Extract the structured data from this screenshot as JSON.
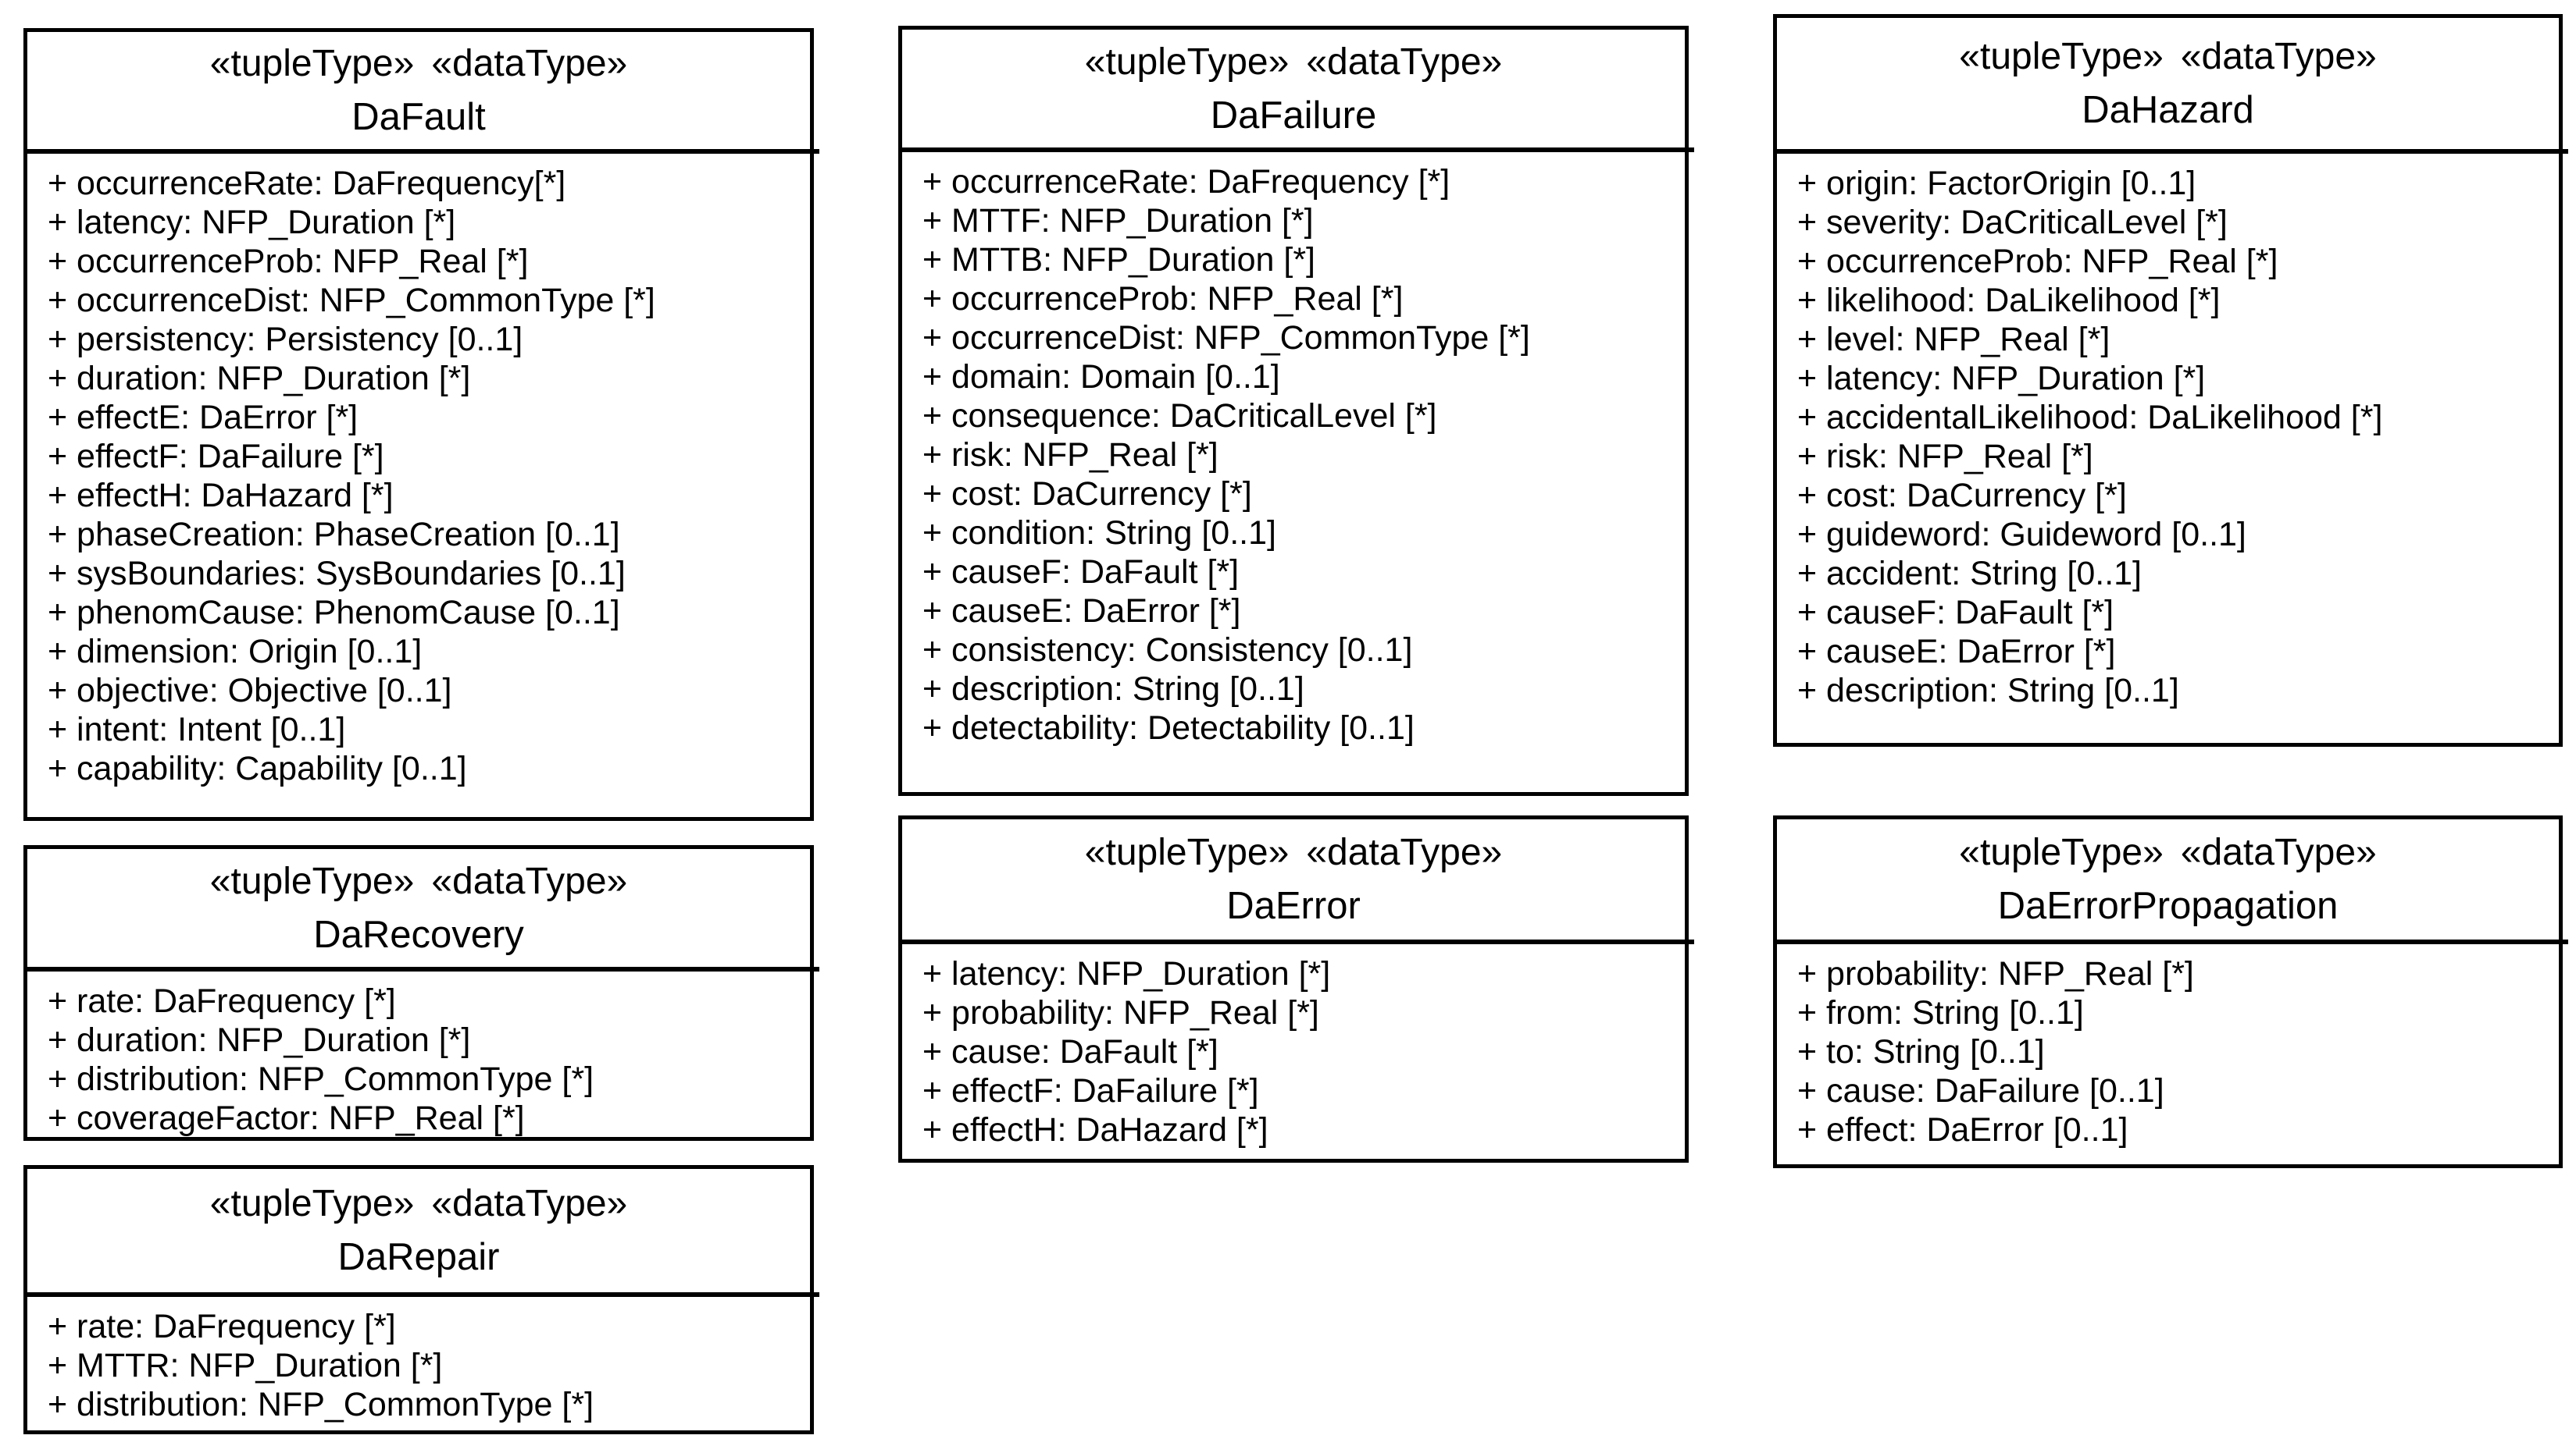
{
  "diagram": {
    "type": "uml-class-diagram",
    "background_color": "#ffffff",
    "line_color": "#000000",
    "text_color": "#000000"
  },
  "classes": [
    {
      "name": "DaFault",
      "stereotypes": [
        "«tupleType»",
        "«dataType»"
      ],
      "attributes": [
        "+ occurrenceRate: DaFrequency[*]",
        "+ latency: NFP_Duration [*]",
        "+ occurrenceProb: NFP_Real [*]",
        "+ occurrenceDist: NFP_CommonType [*]",
        "+ persistency: Persistency [0..1]",
        "+ duration: NFP_Duration [*]",
        "+ effectE: DaError [*]",
        "+ effectF: DaFailure [*]",
        "+ effectH: DaHazard [*]",
        "+ phaseCreation: PhaseCreation [0..1]",
        "+ sysBoundaries: SysBoundaries [0..1]",
        "+ phenomCause: PhenomCause [0..1]",
        "+ dimension: Origin [0..1]",
        "+ objective: Objective [0..1]",
        "+ intent: Intent [0..1]",
        "+ capability: Capability [0..1]"
      ]
    },
    {
      "name": "DaFailure",
      "stereotypes": [
        "«tupleType»",
        "«dataType»"
      ],
      "attributes": [
        "+ occurrenceRate: DaFrequency [*]",
        "+ MTTF: NFP_Duration [*]",
        "+ MTTB: NFP_Duration [*]",
        "+ occurrenceProb: NFP_Real [*]",
        "+ occurrenceDist: NFP_CommonType [*]",
        "+ domain: Domain [0..1]",
        "+ consequence: DaCriticalLevel [*]",
        "+ risk: NFP_Real [*]",
        "+ cost: DaCurrency [*]",
        "+ condition: String [0..1]",
        "+ causeF: DaFault [*]",
        "+ causeE: DaError [*]",
        "+ consistency: Consistency [0..1]",
        "+ description: String [0..1]",
        "+ detectability: Detectability [0..1]"
      ]
    },
    {
      "name": "DaHazard",
      "stereotypes": [
        "«tupleType»",
        "«dataType»"
      ],
      "attributes": [
        "+ origin: FactorOrigin [0..1]",
        "+ severity: DaCriticalLevel [*]",
        "+ occurrenceProb: NFP_Real [*]",
        "+ likelihood: DaLikelihood [*]",
        "+ level: NFP_Real [*]",
        "+ latency: NFP_Duration [*]",
        "+ accidentalLikelihood: DaLikelihood [*]",
        "+ risk: NFP_Real [*]",
        "+ cost: DaCurrency [*]",
        "+ guideword: Guideword [0..1]",
        "+ accident: String [0..1]",
        "+ causeF: DaFault [*]",
        "+ causeE: DaError [*]",
        "+ description: String [0..1]"
      ]
    },
    {
      "name": "DaRecovery",
      "stereotypes": [
        "«tupleType»",
        "«dataType»"
      ],
      "attributes": [
        "+ rate: DaFrequency [*]",
        "+ duration: NFP_Duration [*]",
        "+ distribution: NFP_CommonType [*]",
        "+ coverageFactor: NFP_Real [*]"
      ]
    },
    {
      "name": "DaError",
      "stereotypes": [
        "«tupleType»",
        "«dataType»"
      ],
      "attributes": [
        "+ latency: NFP_Duration [*]",
        "+ probability: NFP_Real [*]",
        "+ cause: DaFault [*]",
        "+ effectF: DaFailure [*]",
        "+ effectH: DaHazard [*]"
      ]
    },
    {
      "name": "DaErrorPropagation",
      "stereotypes": [
        "«tupleType»",
        "«dataType»"
      ],
      "attributes": [
        "+ probability: NFP_Real [*]",
        "+ from: String [0..1]",
        "+ to: String [0..1]",
        "+ cause: DaFailure [0..1]",
        "+ effect: DaError [0..1]"
      ]
    },
    {
      "name": "DaRepair",
      "stereotypes": [
        "«tupleType»",
        "«dataType»"
      ],
      "attributes": [
        "+ rate: DaFrequency [*]",
        "+ MTTR: NFP_Duration [*]",
        "+ distribution: NFP_CommonType [*]"
      ]
    }
  ]
}
